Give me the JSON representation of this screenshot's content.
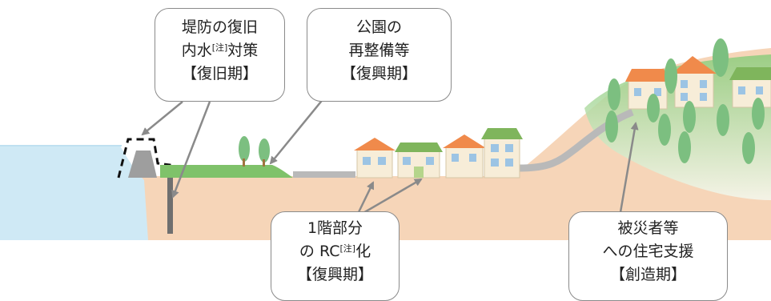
{
  "callouts": {
    "embankment": {
      "line1": "堤防の復旧",
      "line2_pre": "内水",
      "line2_note": "[注]",
      "line2_post": "対策",
      "line3": "【復旧期】"
    },
    "park": {
      "line1": "公園の",
      "line2": "再整備等",
      "line3": "【復興期】"
    },
    "rc": {
      "line1": "1階部分",
      "line2_pre": "の RC",
      "line2_note": "[注]",
      "line2_post": "化",
      "line3": "【復興期】"
    },
    "housing": {
      "line1": "被災者等",
      "line2": "への住宅支援",
      "line3": "【創造期】"
    }
  },
  "colors": {
    "water": "#cfe9f5",
    "ground": "#f6d5b8",
    "hill_green": "#bfe0b0",
    "park_green": "#7fc26a",
    "road": "#b9b9b9",
    "tree": "#7cbf80",
    "arrow": "#8a8a8a",
    "embankment": "#9e9e9e"
  }
}
